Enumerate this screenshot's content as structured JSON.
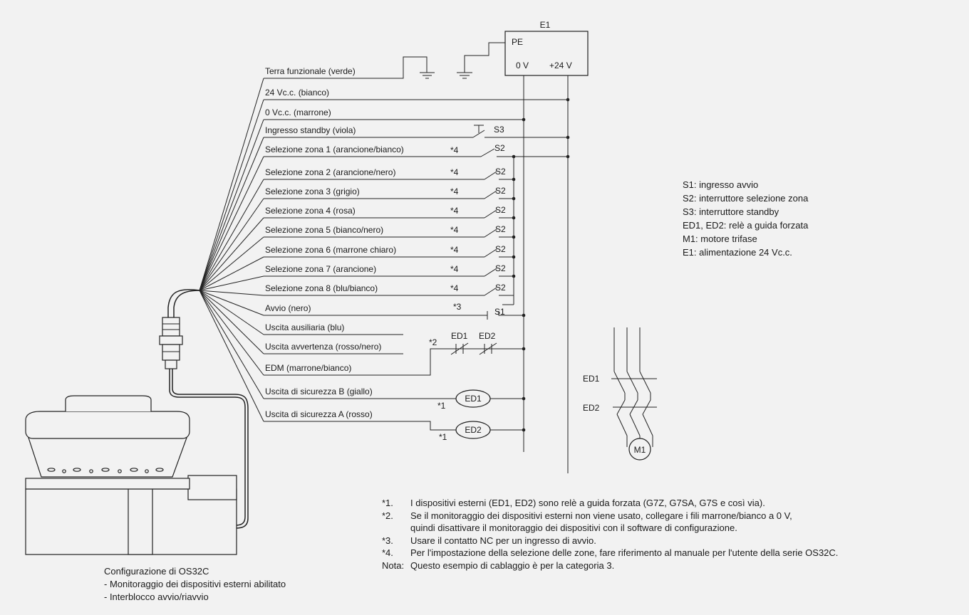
{
  "power": {
    "title": "E1",
    "pe": "PE",
    "zero": "0 V",
    "plus": "+24 V"
  },
  "wires": [
    "Terra funzionale (verde)",
    "24 Vc.c. (bianco)",
    "0 Vc.c. (marrone)",
    "Ingresso standby (viola)",
    "Selezione zona 1 (arancione/bianco)",
    "Selezione zona 2 (arancione/nero)",
    "Selezione zona 3 (grigio)",
    "Selezione zona 4 (rosa)",
    "Selezione zona 5 (bianco/nero)",
    "Selezione zona 6 (marrone chiaro)",
    "Selezione zona 7 (arancione)",
    "Selezione zona 8 (blu/bianco)",
    "Avvio (nero)",
    "Uscita ausiliaria (blu)",
    "Uscita avvertenza (rosso/nero)",
    "EDM (marrone/bianco)",
    "Uscita di sicurezza B (giallo)",
    "Uscita di sicurezza A (rosso)"
  ],
  "switches": {
    "s3": "S3",
    "s2": "S2",
    "s1": "S1"
  },
  "marks": {
    "m1": "*1",
    "m2": "*2",
    "m3": "*3",
    "m4": "*4"
  },
  "relays": {
    "ed1": "ED1",
    "ed2": "ED2"
  },
  "motor": {
    "ed1": "ED1",
    "ed2": "ED2",
    "m1": "M1"
  },
  "legend": [
    "S1: ingresso avvio",
    "S2: interruttore selezione zona",
    "S3: interruttore standby",
    "ED1, ED2: relè a guida forzata",
    "M1: motore trifase",
    "E1: alimentazione 24 Vc.c."
  ],
  "config": {
    "title": "Configurazione di OS32C",
    "items": [
      "- Monitoraggio dei dispositivi esterni abilitato",
      "- Interblocco avvio/riavvio"
    ]
  },
  "notes": [
    {
      "mark": "*1.",
      "lines": [
        "I dispositivi esterni (ED1, ED2) sono relè a guida forzata (G7Z, G7SA, G7S e così via)."
      ]
    },
    {
      "mark": "*2.",
      "lines": [
        "Se il monitoraggio dei dispositivi esterni non viene usato, collegare i fili marrone/bianco a 0 V,",
        "quindi disattivare il monitoraggio dei dispositivi con il software di configurazione."
      ]
    },
    {
      "mark": "*3.",
      "lines": [
        "Usare il contatto NC per un ingresso di avvio."
      ]
    },
    {
      "mark": "*4.",
      "lines": [
        "Per l'impostazione della selezione delle zone, fare riferimento al manuale per l'utente della serie OS32C."
      ]
    },
    {
      "mark": "Nota:",
      "lines": [
        "Questo esempio di cablaggio è per la categoria 3."
      ]
    }
  ]
}
